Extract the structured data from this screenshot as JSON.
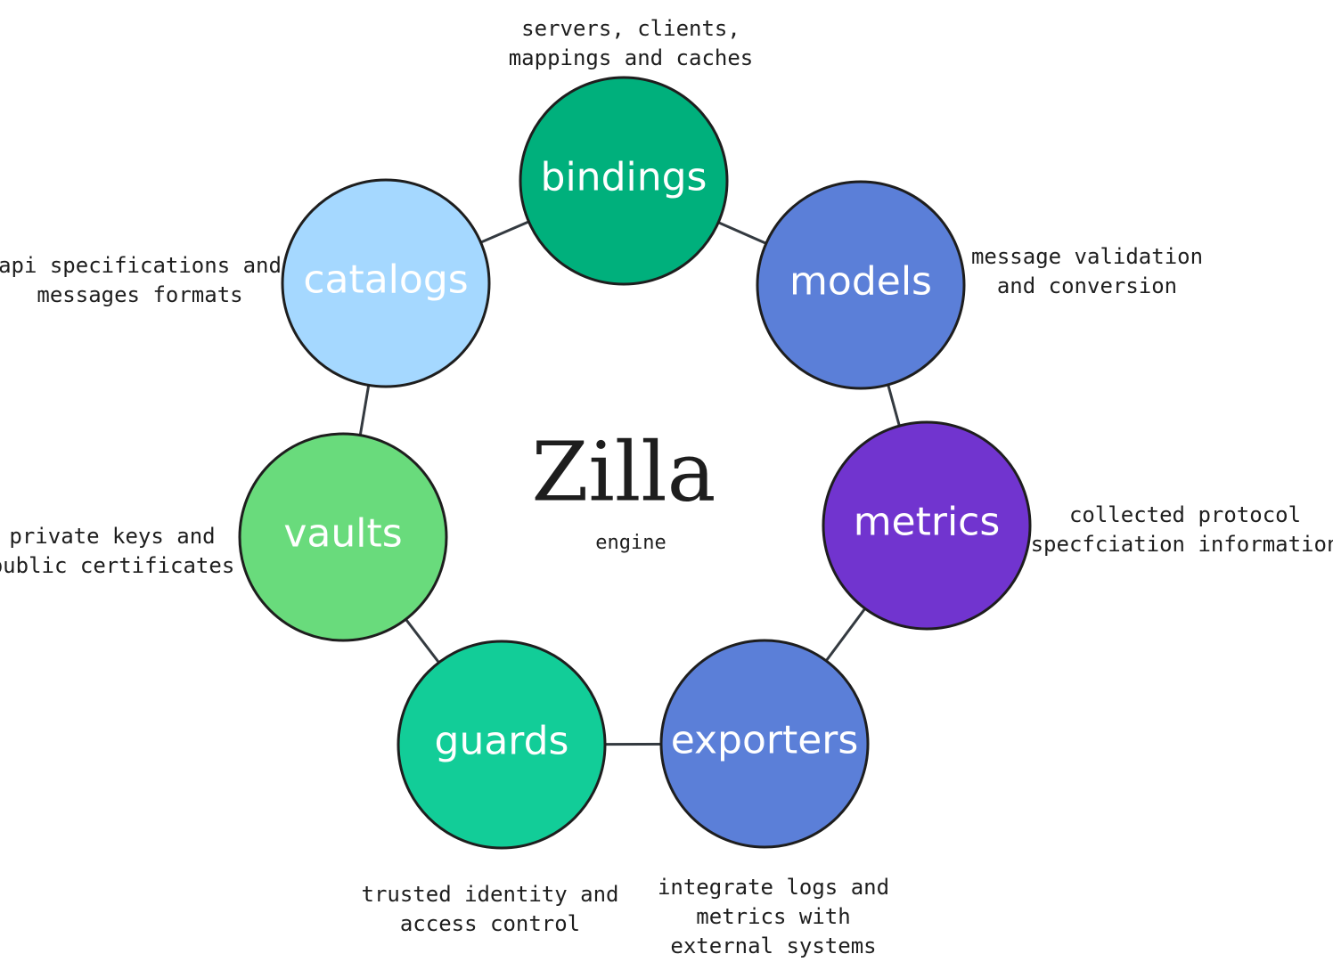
{
  "center": {
    "title": "Zilla",
    "subtitle": "engine"
  },
  "nodes": [
    {
      "id": "bindings",
      "label": "bindings",
      "color": "#00b07c",
      "note": [
        "servers, clients,",
        "mappings and caches"
      ]
    },
    {
      "id": "models",
      "label": "models",
      "color": "#5b7fd8",
      "note": [
        "message validation",
        "and conversion"
      ]
    },
    {
      "id": "metrics",
      "label": "metrics",
      "color": "#7134cf",
      "note": [
        "collected protocol",
        "specfciation information"
      ]
    },
    {
      "id": "exporters",
      "label": "exporters",
      "color": "#5b7fd8",
      "note": [
        "integrate logs and",
        "metrics with",
        "external systems"
      ]
    },
    {
      "id": "guards",
      "label": "guards",
      "color": "#12cd98",
      "note": [
        "trusted identity and",
        "access control"
      ]
    },
    {
      "id": "vaults",
      "label": "vaults",
      "color": "#69db7c",
      "note": [
        "private keys and",
        "public certificates"
      ]
    },
    {
      "id": "catalogs",
      "label": "catalogs",
      "color": "#a5d8ff",
      "note": [
        "api specifications and",
        "messages formats"
      ]
    }
  ],
  "connections": [
    [
      "bindings",
      "models"
    ],
    [
      "models",
      "metrics"
    ],
    [
      "metrics",
      "exporters"
    ],
    [
      "exporters",
      "guards"
    ],
    [
      "guards",
      "vaults"
    ],
    [
      "vaults",
      "catalogs"
    ],
    [
      "catalogs",
      "bindings"
    ]
  ]
}
